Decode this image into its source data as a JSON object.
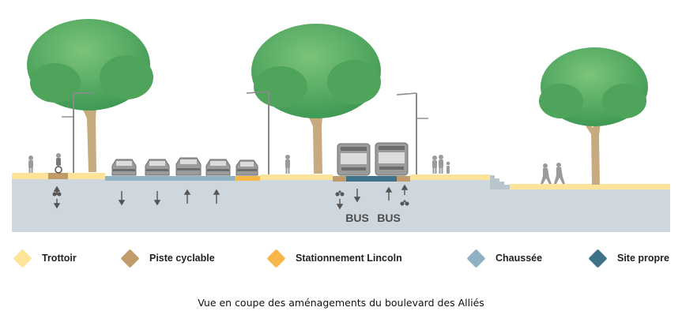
{
  "legend": [
    {
      "label": "Trottoir",
      "color": "#fde49a"
    },
    {
      "label": "Piste cyclable",
      "color": "#c19b6c"
    },
    {
      "label": "Stationnement Lincoln",
      "color": "#f7b748"
    },
    {
      "label": "Chaussée",
      "color": "#8fb1c4"
    },
    {
      "label": "Site propre",
      "color": "#3d7288"
    }
  ],
  "lane_labels": {
    "bus_left": "BUS",
    "bus_right": "BUS"
  },
  "caption": "Vue en coupe des aménagements du boulevard des Alliés",
  "colors": {
    "ground": "#cdd7dd",
    "tree_foliage": "#5aae62",
    "tree_trunk": "#c7aa80",
    "vehicle": "#9b9b9b",
    "pole": "#8a8a8a",
    "arrow": "#555555"
  },
  "icons": [
    "tree-icon",
    "lamp-post-icon",
    "car-icon",
    "bus-icon",
    "pedestrian-icon",
    "cyclist-icon",
    "arrow-down-icon",
    "arrow-up-icon",
    "bike-symbol-icon"
  ]
}
